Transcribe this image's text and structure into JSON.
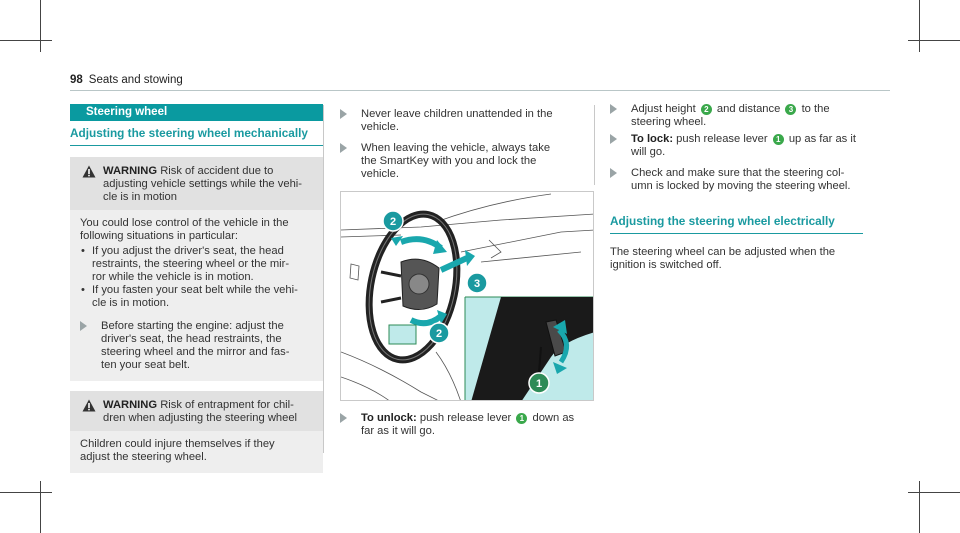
{
  "header": {
    "page_number": "98",
    "section": "Seats and stowing"
  },
  "col1": {
    "bar_title": "Steering wheel",
    "subheading": "Adjusting the steering wheel mechanically",
    "warning1": {
      "label": "WARNING",
      "line1": "Risk of accident due to",
      "line2": "adjusting vehicle settings while the vehi-",
      "line3": "cle is in motion",
      "intro1": "You could lose control of the vehicle in the",
      "intro2": "following situations in particular:",
      "b1_1": "If you adjust the driver's seat, the head",
      "b1_2": "restraints, the steering wheel or the mir-",
      "b1_3": "ror while the vehicle is in motion.",
      "b2_1": "If you fasten your seat belt while the vehi-",
      "b2_2": "cle is in motion.",
      "step1": "Before starting the engine: adjust the",
      "step2": "driver's seat, the head restraints, the",
      "step3": "steering wheel and the mirror and fas-",
      "step4": "ten your seat belt."
    },
    "warning2": {
      "label": "WARNING",
      "line1": "Risk of entrapment for chil-",
      "line2": "dren when adjusting the steering wheel",
      "body1": "Children could injure themselves if they",
      "body2": "adjust the steering wheel."
    }
  },
  "col2": {
    "s1_1": "Never leave children unattended in the",
    "s1_2": "vehicle.",
    "s2_1": "When leaving the vehicle, always take",
    "s2_2": "the SmartKey with you and lock the",
    "s2_3": "vehicle.",
    "unlock_label": "To unlock:",
    "unlock_a": "push release lever",
    "unlock_b": "down as",
    "unlock_c": "far as it will go.",
    "callouts": [
      "2",
      "3",
      "2",
      "1"
    ]
  },
  "col3": {
    "a1_a": "Adjust height",
    "a1_b": "and distance",
    "a1_c": "to the",
    "a1_d": "steering wheel.",
    "lock_label": "To lock:",
    "lock_a": "push release lever",
    "lock_b": "up as far as it",
    "lock_c": "will go.",
    "c1": "Check and make sure that the steering col-",
    "c2": "umn is locked by moving the steering wheel.",
    "subheading": "Adjusting the steering wheel electrically",
    "e1": "The steering wheel can be adjusted when the",
    "e2": "ignition is switched off.",
    "n1": "1",
    "n2": "2",
    "n3": "3"
  },
  "colors": {
    "accent": "#0a9aa0",
    "badge": "#3aa84b",
    "warning_bg": "#eeeeee",
    "illus_tint": "#bfeaea"
  }
}
